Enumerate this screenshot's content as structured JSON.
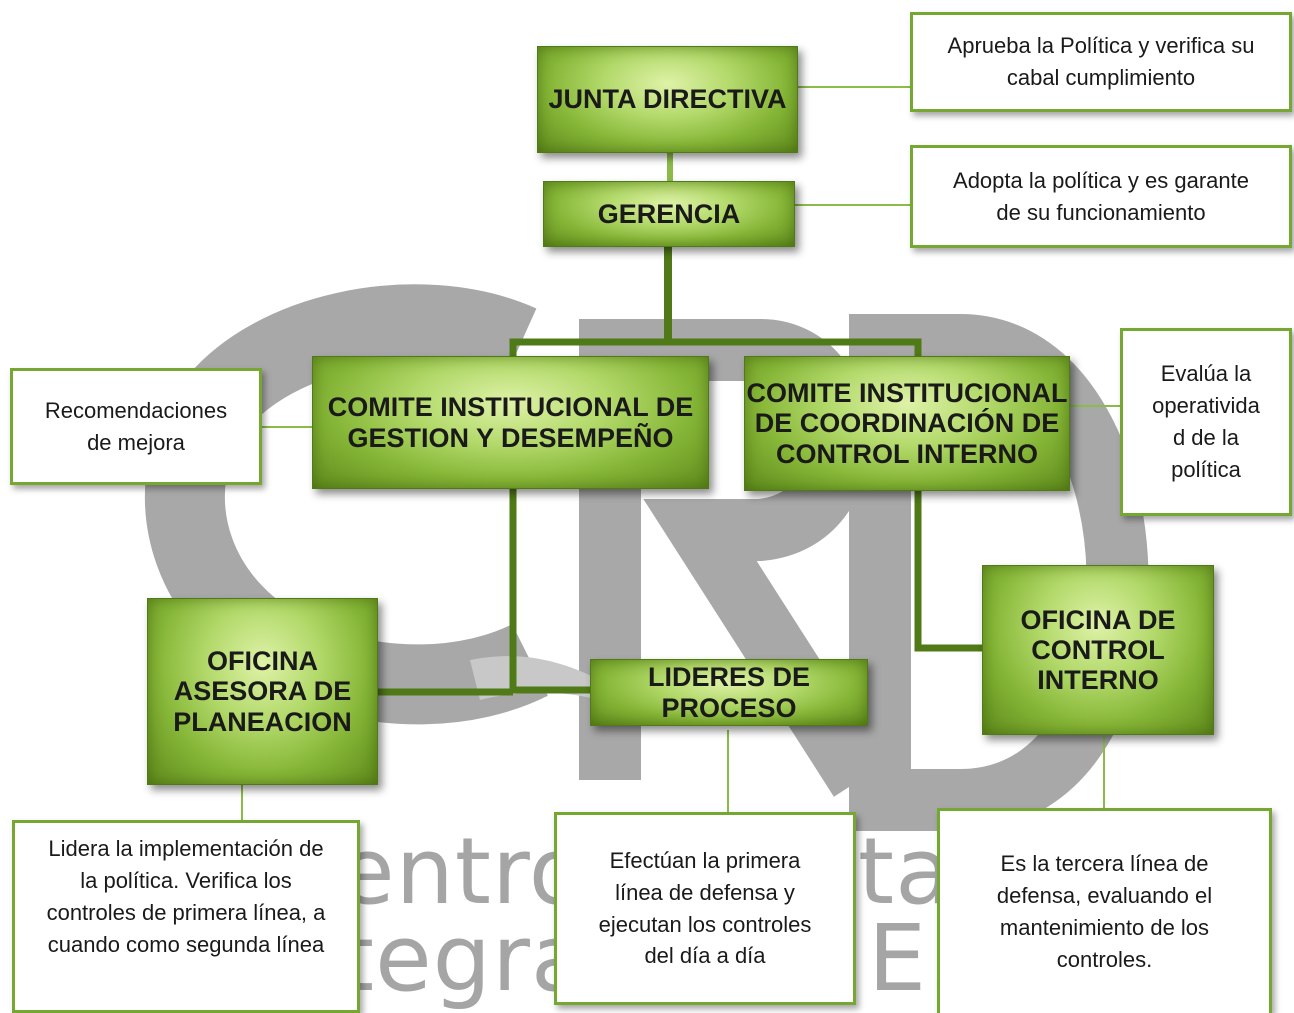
{
  "colors": {
    "box_green_light": "#dff2a8",
    "box_green_dark": "#5e8a1c",
    "connector_dark": "#4f7a17",
    "connector_light": "#8dbb4a",
    "note_border": "#76a733",
    "watermark_gray": "#a5a5a5"
  },
  "watermark": {
    "logo_letters": "CRID",
    "line1": "entro d",
    "line1b": "tac",
    "line2": "tegral",
    "line2b": "E.S"
  },
  "nodes": {
    "junta": "JUNTA DIRECTIVA",
    "gerencia": "GERENCIA",
    "comite_gestion": "COMITE INSTITUCIONAL DE\nGESTION Y DESEMPEÑO",
    "comite_control": "COMITE INSTITUCIONAL\nDE COORDINACIÓN DE\nCONTROL INTERNO",
    "oficina_planeacion": "OFICINA\nASESORA DE\nPLANEACION",
    "lideres": "LIDERES DE\nPROCESO",
    "oficina_control": "OFICINA DE\nCONTROL\nINTERNO"
  },
  "notes": {
    "junta": "Aprueba la Política y verifica su\ncabal cumplimiento",
    "gerencia": "Adopta la política y es garante\nde su funcionamiento",
    "comite_gestion": "Recomendaciones\nde mejora",
    "comite_control": "Evalúa la\noperativida\nd de la\npolítica",
    "planeacion": "Lidera la implementación de\nla política. Verifica los\ncontroles de primera línea, a\ncuando como segunda línea",
    "lideres": "Efectúan la primera\nlínea de defensa y\nejecutan los controles\ndel día a día",
    "control_interno": "Es la tercera línea de\ndefensa, evaluando el\nmantenimiento de los\ncontroles."
  }
}
